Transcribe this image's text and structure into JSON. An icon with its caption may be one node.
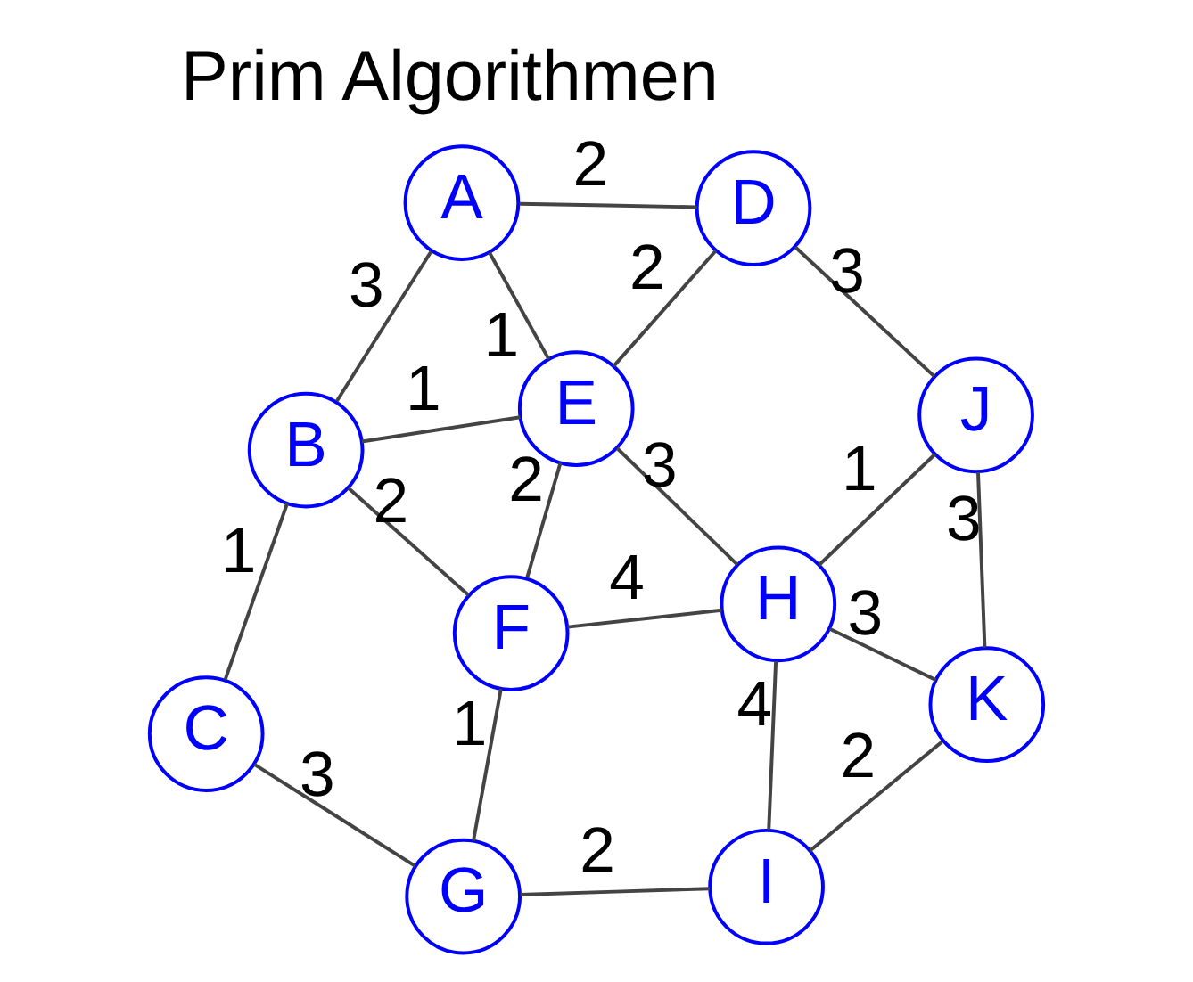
{
  "diagram": {
    "title": "Prim Algorithmen",
    "nodes": [
      {
        "text": [
          "A"
        ]
      },
      {
        "text": [
          "B"
        ]
      },
      {
        "text": [
          "C"
        ]
      },
      {
        "text": [
          "D"
        ]
      },
      {
        "text": [
          "E"
        ]
      },
      {
        "text": [
          "F"
        ]
      },
      {
        "text": [
          "G"
        ]
      },
      {
        "text": [
          "H"
        ]
      },
      {
        "text": [
          "I"
        ]
      },
      {
        "text": [
          "J"
        ]
      },
      {
        "text": [
          "K"
        ]
      }
    ],
    "edges": [
      {
        "from": 1,
        "to": 2,
        "arrow": "none",
        "label": "1"
      },
      {
        "from": 2,
        "to": 6,
        "arrow": "none",
        "label": "3"
      },
      {
        "from": 1,
        "to": 0,
        "arrow": "none",
        "label": "3"
      },
      {
        "from": 1,
        "to": 4,
        "arrow": "none",
        "label": "1"
      },
      {
        "from": 1,
        "to": 5,
        "arrow": "none",
        "label": "2"
      },
      {
        "from": 0,
        "to": 4,
        "arrow": "none",
        "label": "1"
      },
      {
        "from": 0,
        "to": 3,
        "arrow": "none",
        "label": "2"
      },
      {
        "from": 3,
        "to": 4,
        "arrow": "none",
        "label": "2"
      },
      {
        "from": 4,
        "to": 5,
        "arrow": "none",
        "label": "2"
      },
      {
        "from": 5,
        "to": 6,
        "arrow": "none",
        "label": "1"
      },
      {
        "from": 4,
        "to": 7,
        "arrow": "none",
        "label": "3"
      },
      {
        "from": 7,
        "to": 5,
        "arrow": "none",
        "label": "4"
      },
      {
        "from": 7,
        "to": 8,
        "arrow": "none",
        "label": "4"
      },
      {
        "from": 6,
        "to": 8,
        "arrow": "none",
        "label": "2"
      },
      {
        "from": 3,
        "to": 9,
        "arrow": "none",
        "label": "3"
      },
      {
        "from": 9,
        "to": 7,
        "arrow": "none",
        "label": "1"
      },
      {
        "from": 7,
        "to": 10,
        "arrow": "none",
        "label": "3"
      },
      {
        "from": 8,
        "to": 10,
        "arrow": "none",
        "label": "2"
      },
      {
        "from": 9,
        "to": 10,
        "arrow": "none",
        "label": "3"
      }
    ]
  }
}
